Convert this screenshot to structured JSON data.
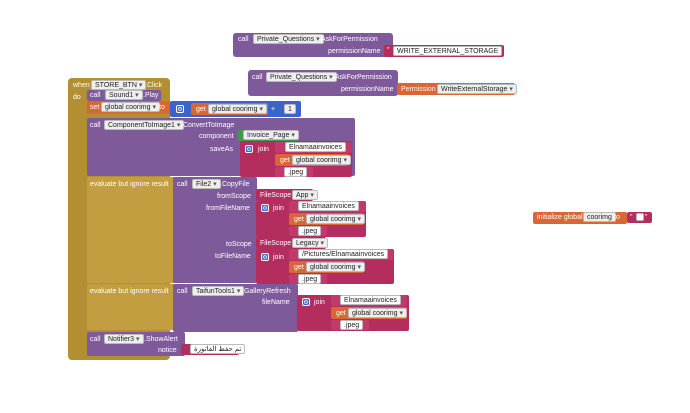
{
  "perm_block_1": {
    "call": "call",
    "component": "Private_Questions",
    "method": ".AskForPermission",
    "param": "permissionName",
    "value": "WRITE_EXTERNAL_STORAGE"
  },
  "perm_block_2": {
    "call": "call",
    "component": "Private_Questions",
    "method": ".AskForPermission",
    "param": "permissionName",
    "permission_label": "Permission",
    "value": "WriteExternalStorage"
  },
  "event": {
    "when": "when",
    "component": "STORE_BTN",
    "event": ".Click",
    "do": "do"
  },
  "sound": {
    "call": "call",
    "component": "Sound1",
    "method": ".Play"
  },
  "set_var": {
    "set": "set",
    "var": "global coorimg",
    "to": "to",
    "get": "get",
    "get_var": "global coorimg",
    "op": "+",
    "num": "1"
  },
  "convert": {
    "call": "call",
    "component": "ComponentToImage1",
    "method": ".ConvertToImage",
    "component_label": "component",
    "component_value": "Invoice_Page",
    "saveas_label": "saveAs",
    "join": "join",
    "str1": "Elnamaainvoices",
    "get": "get",
    "get_var": "global coorimg",
    "str2": ".jpeg"
  },
  "copy": {
    "ignore": "evaluate but ignore result",
    "call": "call",
    "component": "File2",
    "method": ".CopyFile",
    "fromScope_label": "fromScope",
    "fromScope_kind": "FileScope",
    "fromScope_value": "App",
    "fromFileName_label": "fromFileName",
    "join": "join",
    "from_str1": "Elnamaainvoices",
    "get": "get",
    "get_var": "global coorimg",
    "from_str2": ".jpeg",
    "toScope_label": "toScope",
    "toScope_kind": "FileScope",
    "toScope_value": "Legacy",
    "toFileName_label": "toFileName",
    "to_str1": "/Pictures/Elnamaainvoices",
    "to_str2": ".jpeg"
  },
  "gallery": {
    "ignore": "evaluate but ignore result",
    "call": "call",
    "component": "TaifunTools1",
    "method": ".GalleryRefresh",
    "fileName_label": "fileName",
    "join": "join",
    "str1": "Elnamaainvoices",
    "get": "get",
    "get_var": "global coorimg",
    "str2": ".jpeg"
  },
  "notifier": {
    "call": "call",
    "component": "Notifier3",
    "method": ".ShowAlert",
    "notice_label": "notice",
    "value": "تم حفظ الفاتورة"
  },
  "init": {
    "label": "initialize global",
    "var": "coorimg",
    "to": "to"
  },
  "colors": {
    "procedure": "#7e5a9b",
    "control": "#b38f33",
    "text": "#b32d5e",
    "variable": "#d96633",
    "math": "#3c64c8",
    "component": "#3a9c4a"
  }
}
